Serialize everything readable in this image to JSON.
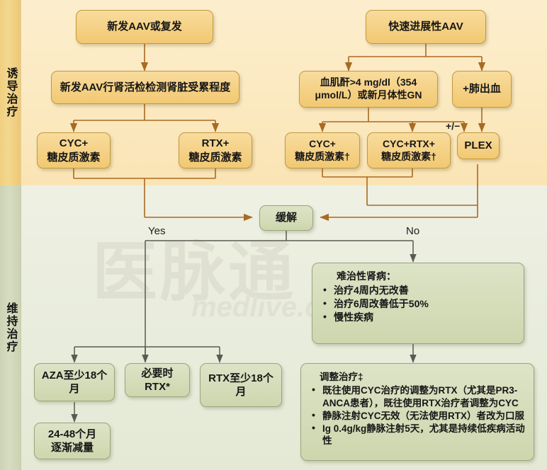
{
  "colors": {
    "induction_band": "#fbe9c0",
    "maintenance_band": "#e8ecdb",
    "gold_node": "#f5d288",
    "green_node": "#d6ddbb",
    "gold_arrow": "#a96a22",
    "gray_arrow": "#5a5a52",
    "rail_gold": "#f0cf80",
    "rail_green": "#ccd3b4"
  },
  "rails": {
    "induction_label": "诱导治疗",
    "maintenance_label": "维持治疗"
  },
  "watermark": {
    "cn": "医脉通",
    "en": "medlive.cn"
  },
  "nodes": {
    "new_or_relapse": "新发AAV或复发",
    "rapidly_progressive": "快速进展性AAV",
    "renal_biopsy": "新发AAV行肾活检检测肾脏受累程度",
    "creatinine": "血肌酐>4 mg/dl（354\nμmol/L）或新月体性GN",
    "pulmonary_hemorrhage": "+肺出血",
    "cyc_gc_left": "CYC+\n糖皮质激素",
    "rtx_gc_left": "RTX+\n糖皮质激素",
    "cyc_gc_right": "CYC+\n糖皮质激素†",
    "cyc_rtx_gc": "CYC+RTX+\n糖皮质激素†",
    "plex": "PLEX",
    "remission": "缓解",
    "aza_18": "AZA至少18个月",
    "rtx_as_needed": "必要时RTX*",
    "rtx_18": "RTX至少18个月",
    "taper": "24-48个月\n逐渐减量"
  },
  "refractory_box": {
    "title": "难治性肾病：",
    "items": [
      "治疗4周内无改善",
      "治疗6周改善低于50%",
      "慢性疾病"
    ]
  },
  "adjust_box": {
    "title": "调整治疗‡",
    "items": [
      "既往使用CYC治疗的调整为RTX（尤其是PR3-ANCA患者），既往使用RTX治疗者调整为CYC",
      "静脉注射CYC无效（无法使用RTX）者改为口服",
      "Ig 0.4g/kg静脉注射5天，尤其是持续低疾病活动性"
    ]
  },
  "edge_labels": {
    "yes": "Yes",
    "no": "No",
    "plus_minus": "+/−"
  }
}
